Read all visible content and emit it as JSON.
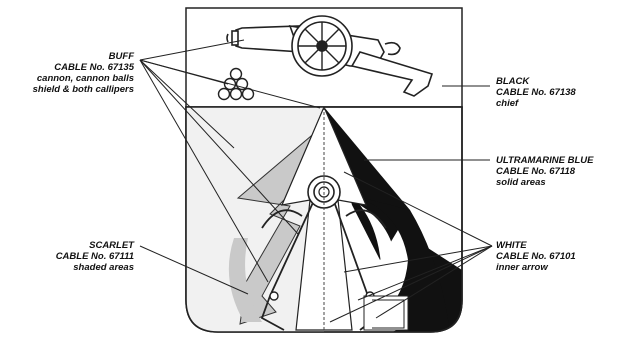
{
  "callouts": {
    "buff": {
      "name": "BUFF",
      "cable": "CABLE No. 67135",
      "desc_1": "cannon, cannon balls",
      "desc_2": "shield & both callipers"
    },
    "black": {
      "name": "BLACK",
      "cable": "CABLE No. 67138",
      "desc_1": "chief"
    },
    "ultramarine": {
      "name": "ULTRAMARINE BLUE",
      "cable": "CABLE No. 67118",
      "desc_1": "solid areas"
    },
    "scarlet": {
      "name": "SCARLET",
      "cable": "CABLE No. 67111",
      "desc_1": "shaded areas"
    },
    "white": {
      "name": "WHITE",
      "cable": "CABLE No. 67101",
      "desc_1": "inner arrow"
    }
  },
  "colors": {
    "outline": "#222222",
    "scarlet_shading": "#c9c9c9",
    "ultramarine_solid": "#111111",
    "background": "#ffffff"
  }
}
